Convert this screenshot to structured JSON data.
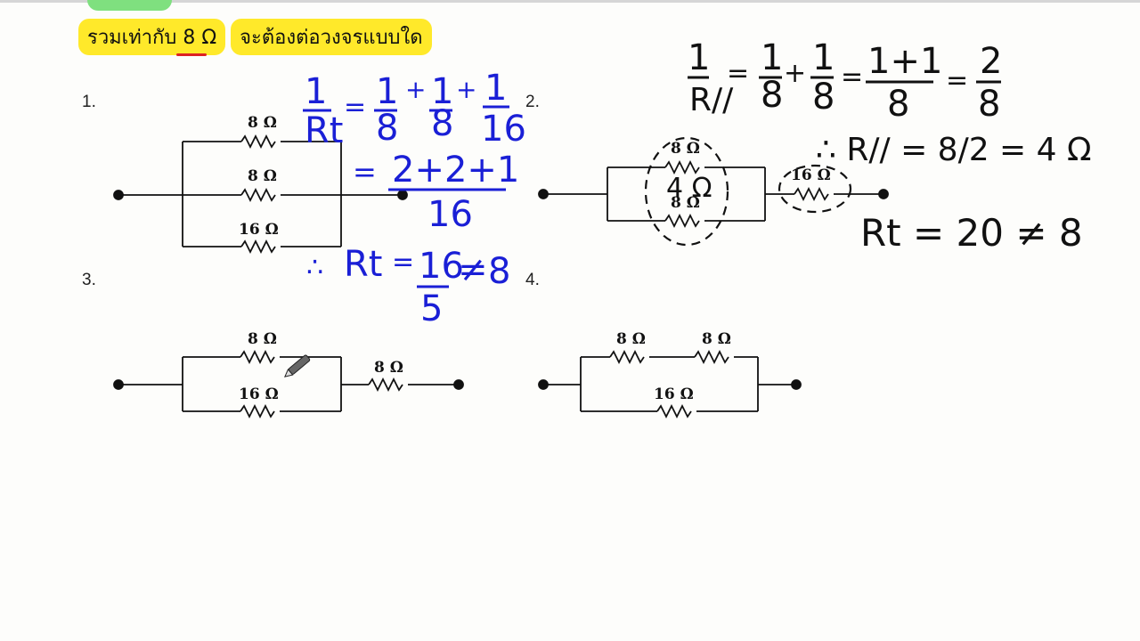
{
  "title": {
    "part1": "รวมเท่ากับ 8 Ω",
    "part2": "จะต้องต่อวงจรแบบใด"
  },
  "choices": {
    "c1": "1.",
    "c2": "2.",
    "c3": "3.",
    "c4": "4."
  },
  "circuit1": {
    "r_top": "8 Ω",
    "r_mid": "8 Ω",
    "r_bot": "16 Ω"
  },
  "circuit2": {
    "r_top": "8 Ω",
    "r_bot": "8 Ω",
    "r_series": "16 Ω"
  },
  "circuit3": {
    "r_top": "8 Ω",
    "r_bot": "16 Ω",
    "r_series": "8 Ω"
  },
  "circuit4": {
    "r_top1": "8 Ω",
    "r_top2": "8 Ω",
    "r_bot": "16 Ω"
  },
  "handwriting_blue": {
    "one_a": "1",
    "rt_a": "Rt",
    "eq_a": "=",
    "one_b": "1",
    "den_b": "8",
    "plus_b": "+",
    "one_c": "1",
    "den_c": "8",
    "plus_c": "+",
    "one_d": "1",
    "den_d": "16",
    "eq_2": "=",
    "sum_num": "2+2+1",
    "sum_den": "16",
    "therefore": "∴",
    "rt_final": "Rt",
    "eq_final": "=",
    "res_num": "16",
    "res_den": "5",
    "neq": "≠",
    "target": "8"
  },
  "handwriting_black": {
    "one": "1",
    "rpar": "R//",
    "eq1": "=",
    "f1_num": "1",
    "f1_den": "8",
    "plus": "+",
    "f2_num": "1",
    "f2_den": "8",
    "eq2": "=",
    "f3_num": "1+1",
    "f3_den": "8",
    "eq3": "=",
    "f4_num": "2",
    "f4_den": "8",
    "therefore_line": "∴ R// = 8/2 = 4 Ω",
    "inside_circle": "4 Ω",
    "rt_line": "Rt = 20 ≠ 8"
  },
  "colors": {
    "highlight": "#ffe92a",
    "ink_blue": "#1a1fd6",
    "underline_red": "#dd2222",
    "top_accent": "#7fe07f"
  }
}
